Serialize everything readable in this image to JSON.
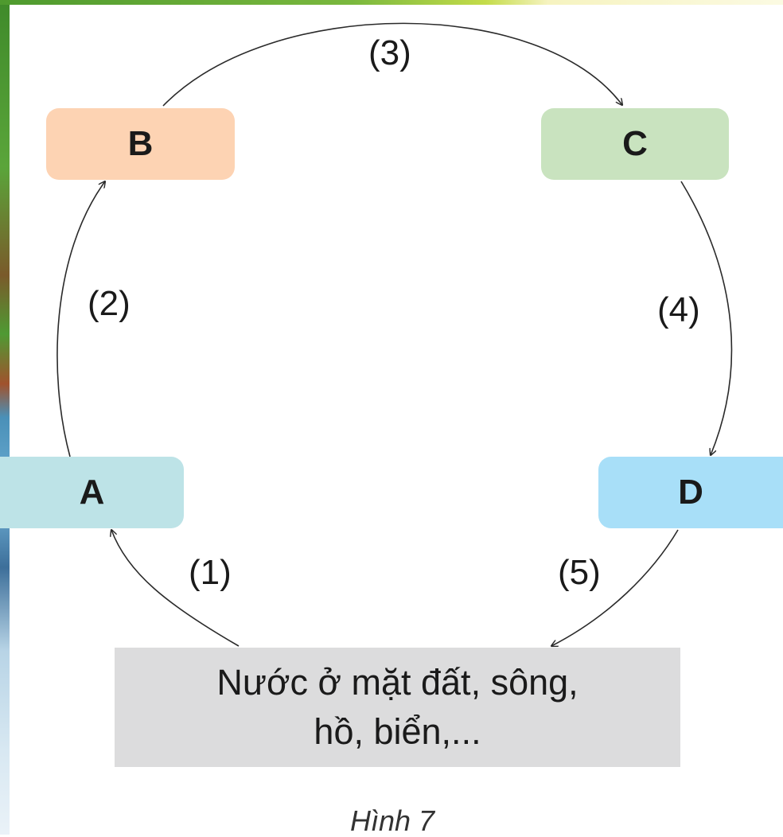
{
  "nodes": {
    "a": "A",
    "b": "B",
    "c": "C",
    "d": "D",
    "water_line1": "Nước ở mặt đất, sông,",
    "water_line2": "hồ, biển,..."
  },
  "edges": {
    "e1": "(1)",
    "e2": "(2)",
    "e3": "(3)",
    "e4": "(4)",
    "e5": "(5)"
  },
  "caption": "Hình 7",
  "colors": {
    "node_a": "#bde3e7",
    "node_b": "#fdd3b3",
    "node_c": "#c9e3bf",
    "node_d": "#a8dff8",
    "water_box": "#dcdcdd",
    "arrow": "#2a2a2a"
  }
}
